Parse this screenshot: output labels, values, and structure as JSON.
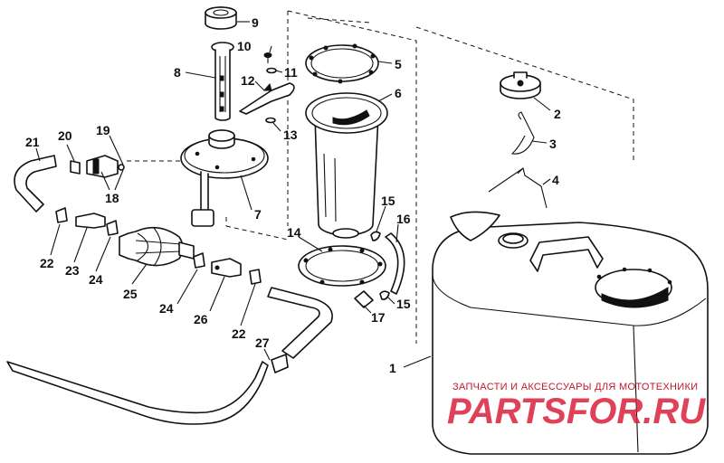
{
  "callouts": [
    {
      "id": "p1",
      "label": "1"
    },
    {
      "id": "p2",
      "label": "2"
    },
    {
      "id": "p3",
      "label": "3"
    },
    {
      "id": "p4",
      "label": "4"
    },
    {
      "id": "p5",
      "label": "5"
    },
    {
      "id": "p6",
      "label": "6"
    },
    {
      "id": "p7",
      "label": "7"
    },
    {
      "id": "p8",
      "label": "8"
    },
    {
      "id": "p9",
      "label": "9"
    },
    {
      "id": "p10",
      "label": "10"
    },
    {
      "id": "p11",
      "label": "11"
    },
    {
      "id": "p12",
      "label": "12"
    },
    {
      "id": "p13",
      "label": "13"
    },
    {
      "id": "p14",
      "label": "14"
    },
    {
      "id": "p15a",
      "label": "15"
    },
    {
      "id": "p15b",
      "label": "15"
    },
    {
      "id": "p16",
      "label": "16"
    },
    {
      "id": "p17",
      "label": "17"
    },
    {
      "id": "p18",
      "label": "18"
    },
    {
      "id": "p19",
      "label": "19"
    },
    {
      "id": "p20",
      "label": "20"
    },
    {
      "id": "p21",
      "label": "21"
    },
    {
      "id": "p22a",
      "label": "22"
    },
    {
      "id": "p22b",
      "label": "22"
    },
    {
      "id": "p23",
      "label": "23"
    },
    {
      "id": "p24a",
      "label": "24"
    },
    {
      "id": "p24b",
      "label": "24"
    },
    {
      "id": "p25",
      "label": "25"
    },
    {
      "id": "p26",
      "label": "26"
    },
    {
      "id": "p27",
      "label": "27"
    }
  ],
  "watermark": {
    "tagline": "ЗАПЧАСТИ И АКСЕССУАРЫ ДЛЯ МОТОТЕХНИКИ",
    "site": "PARTSFOR.RU"
  }
}
